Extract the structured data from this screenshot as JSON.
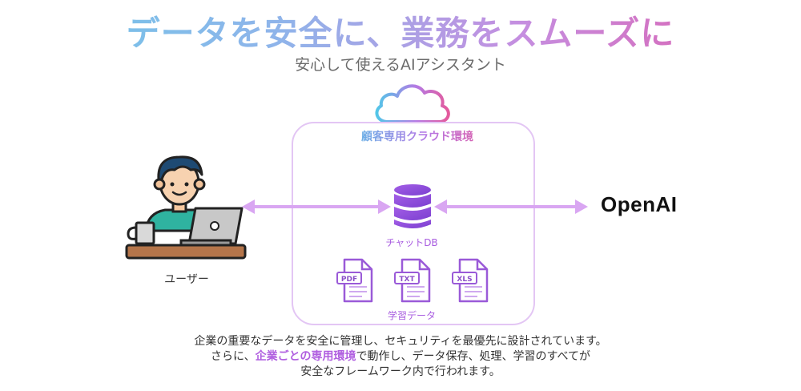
{
  "header": {
    "title": "データを安全に、業務をスムーズに",
    "subtitle": "安心して使えるAIアシスタント"
  },
  "diagram": {
    "cloud_label": "顧客専用クラウド環境",
    "db_label": "チャットDB",
    "docs_label": "学習データ",
    "docs": [
      "PDF",
      "TXT",
      "XLS"
    ],
    "user_label": "ユーザー",
    "external_label": "OpenAI"
  },
  "description": {
    "line1": "企業の重要なデータを安全に管理し、セキュリティを最優先に設計されています。",
    "line2_before": "さらに、",
    "line2_highlight": "企業ごとの専用環境",
    "line2_after": "で動作し、データ保存、処理、学習のすべてが",
    "line3": "安全なフレームワーク内で行われます。"
  },
  "colors": {
    "accent_purple": "#b05fe0",
    "frame": "#e3c6f4",
    "arrow": "#d9a6f2"
  }
}
